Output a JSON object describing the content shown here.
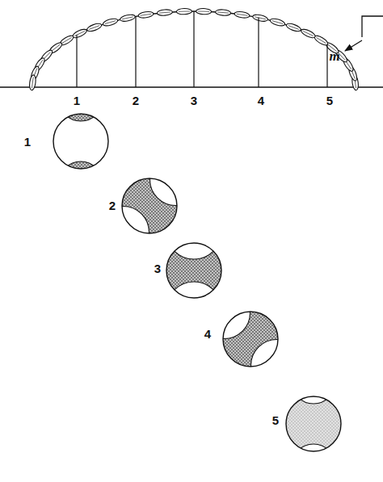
{
  "diagram": {
    "labels": [
      "m",
      "1",
      "2",
      "3",
      "4",
      "5",
      "1",
      "2",
      "3",
      "4",
      "5"
    ]
  }
}
